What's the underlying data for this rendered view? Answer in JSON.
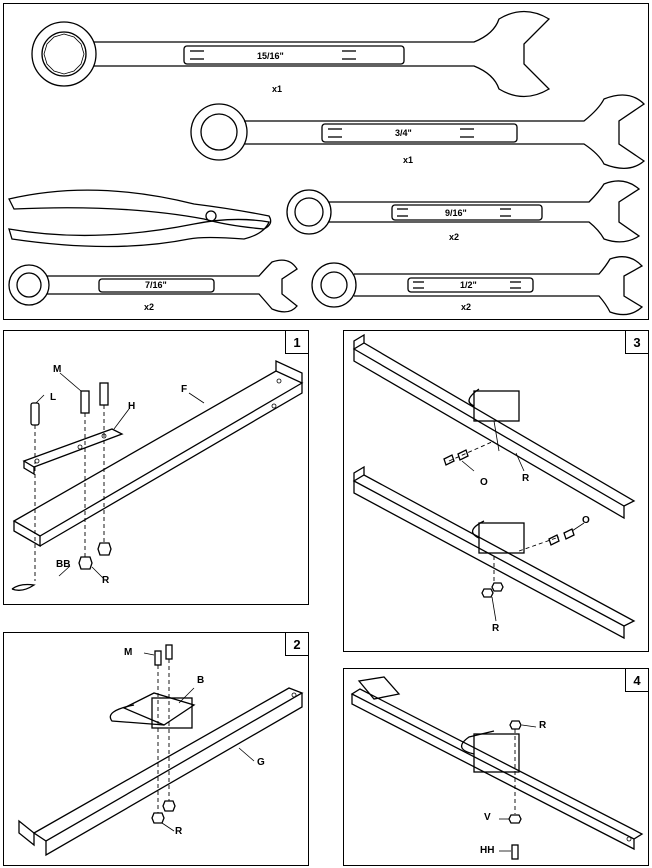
{
  "tools": {
    "wrenches": [
      {
        "size": "15/16\"",
        "qty": "x1"
      },
      {
        "size": "3/4\"",
        "qty": "x1"
      },
      {
        "size": "9/16\"",
        "qty": "x2"
      },
      {
        "size": "7/16\"",
        "qty": "x2"
      },
      {
        "size": "1/2\"",
        "qty": "x2"
      }
    ]
  },
  "steps": [
    {
      "number": "1",
      "callouts": {
        "M": "M",
        "L": "L",
        "H": "H",
        "F": "F",
        "BB": "BB",
        "R": "R"
      }
    },
    {
      "number": "2",
      "callouts": {
        "M": "M",
        "B": "B",
        "G": "G",
        "R": "R"
      }
    },
    {
      "number": "3",
      "callouts": {
        "O1": "O",
        "R1": "R",
        "O2": "O",
        "R2": "R"
      }
    },
    {
      "number": "4",
      "callouts": {
        "R": "R",
        "V": "V",
        "HH": "HH"
      }
    }
  ]
}
